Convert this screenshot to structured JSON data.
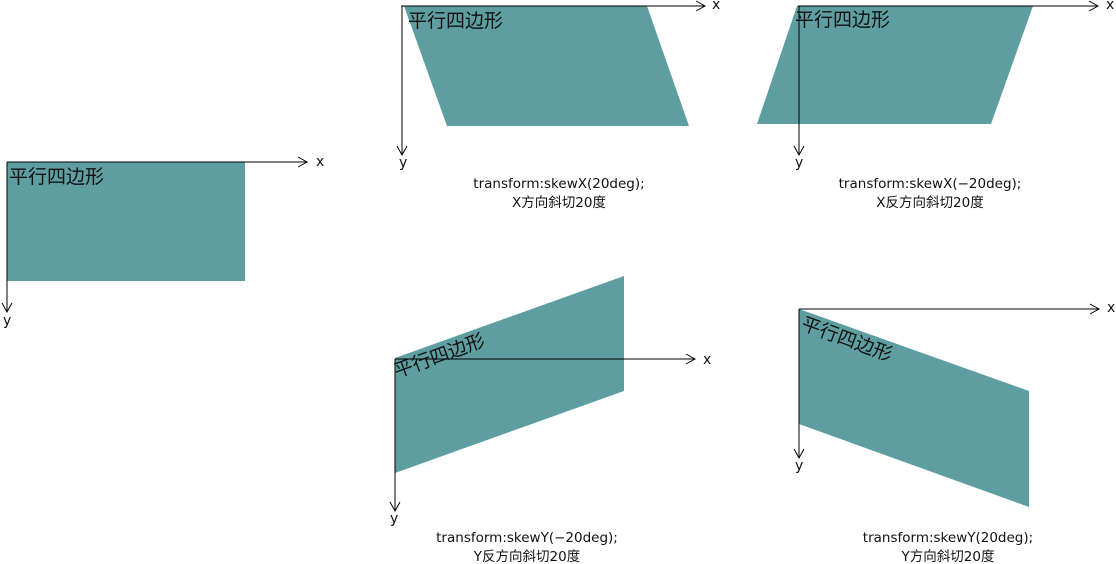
{
  "shape_color": "#5f9ea0",
  "shape_label": "平行四边形",
  "axis_x_label": "x",
  "axis_y_label": "y",
  "examples": [
    {
      "id": "original"
    },
    {
      "id": "skewx-20",
      "caption_line1": "transform:skewX(20deg);",
      "caption_line2": "X方向斜切20度"
    },
    {
      "id": "skewx-neg20",
      "caption_line1": "transform:skewX(−20deg);",
      "caption_line2": "X反方向斜切20度"
    },
    {
      "id": "skewy-neg20",
      "caption_line1": "transform:skewY(−20deg);",
      "caption_line2": "Y反方向斜切20度"
    },
    {
      "id": "skewy-20",
      "caption_line1": "transform:skewY(20deg);",
      "caption_line2": "Y方向斜切20度"
    }
  ]
}
